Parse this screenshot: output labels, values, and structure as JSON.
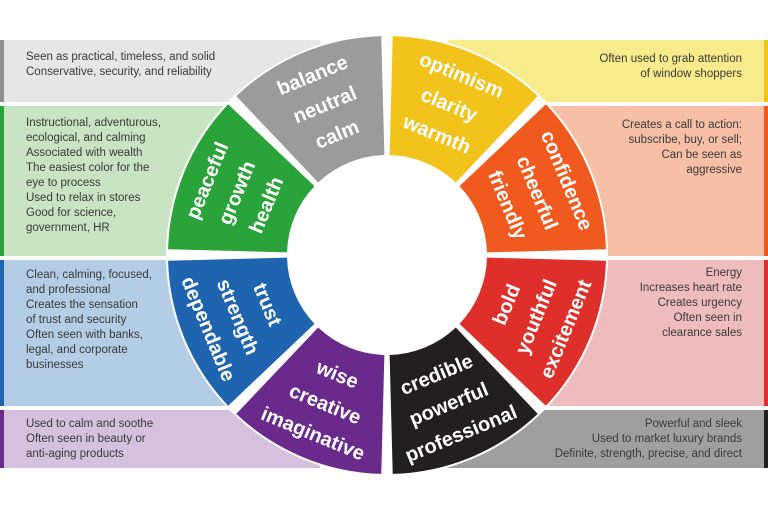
{
  "segments": [
    {
      "id": "gray",
      "color": "#9b9b9b",
      "words": [
        "balance",
        "neutral",
        "calm"
      ]
    },
    {
      "id": "yellow",
      "color": "#f2c31b",
      "words": [
        "optimism",
        "clarity",
        "warmth"
      ]
    },
    {
      "id": "orange",
      "color": "#f15a1e",
      "words": [
        "confidence",
        "cheerful",
        "friendly"
      ]
    },
    {
      "id": "red",
      "color": "#de2f2a",
      "words": [
        "bold",
        "youthful",
        "excitement"
      ]
    },
    {
      "id": "black",
      "color": "#231f20",
      "words": [
        "credible",
        "powerful",
        "professional"
      ]
    },
    {
      "id": "purple",
      "color": "#6a2a8c",
      "words": [
        "wise",
        "creative",
        "imaginative"
      ]
    },
    {
      "id": "blue",
      "color": "#1f64ae",
      "words": [
        "trust",
        "strength",
        "dependable"
      ]
    },
    {
      "id": "green",
      "color": "#2aa33a",
      "words": [
        "peaceful",
        "growth",
        "health"
      ]
    }
  ],
  "panels": {
    "gray": {
      "color": "#e6e6e6",
      "edge": "#8e8e8e",
      "text": "Seen as practical, timeless, and solid\nConservative, security, and reliability"
    },
    "green": {
      "color": "#c8e4c2",
      "edge": "#2aa33a",
      "text": "Instructional, adventurous,\necological, and calming\nAssociated with wealth\nThe easiest color for the\neye to process\nUsed to relax in stores\nGood for science,\ngovernment, HR"
    },
    "blue": {
      "color": "#b3cde6",
      "edge": "#1f64ae",
      "text": "Clean, calming, focused,\nand professional\nCreates the sensation\nof trust and security\nOften seen with banks,\nlegal, and corporate\nbusinesses"
    },
    "purple": {
      "color": "#d5c0de",
      "edge": "#6a2a8c",
      "text": "Used to calm and soothe\nOften seen in beauty or\nanti-aging products"
    },
    "yellow": {
      "color": "#f7eb8c",
      "edge": "#f2c31b",
      "text": "Often used to grab attention\nof window shoppers"
    },
    "orange": {
      "color": "#f7c0a6",
      "edge": "#f15a1e",
      "text": "Creates a call to action:\nsubscribe, buy, or sell;\nCan be seen as\naggressive"
    },
    "red": {
      "color": "#eebcbc",
      "edge": "#de2f2a",
      "text": "Energy\nIncreases heart rate\nCreates urgency\nOften seen in\nclearance sales"
    },
    "black": {
      "color": "#9f9f9f",
      "edge": "#231f20",
      "text": "Powerful and sleek\nUsed to market luxury brands\nDefinite, strength, precise, and direct"
    }
  }
}
